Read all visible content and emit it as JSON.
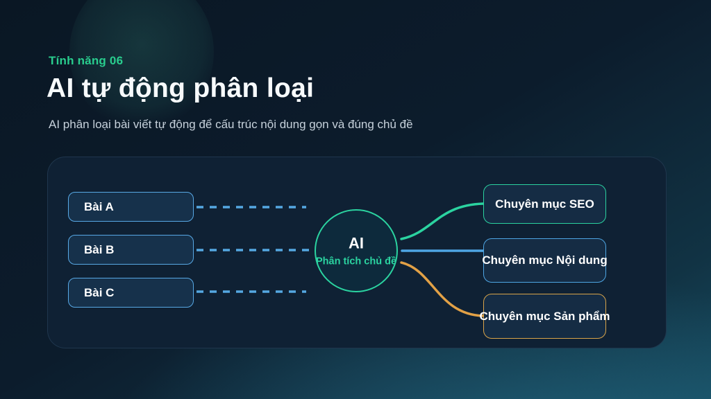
{
  "header": {
    "eyebrow": "Tính năng 06",
    "title": "AI tự động phân loại",
    "subtitle": "AI phân loại bài viết tự động để cấu trúc nội dung gọn và đúng chủ đề"
  },
  "diagram": {
    "inputs": [
      {
        "label": "Bài A"
      },
      {
        "label": "Bài B"
      },
      {
        "label": "Bài C"
      }
    ],
    "processor": {
      "title": "AI",
      "subtitle": "Phân tích chủ đề"
    },
    "outputs": [
      {
        "label": "Chuyên mục SEO",
        "color": "#2bd3a0"
      },
      {
        "label": "Chuyên mục Nội dung",
        "color": "#4ea6e4"
      },
      {
        "label": "Chuyên mục Sản phẩm",
        "color": "#d9a44a"
      }
    ]
  },
  "colors": {
    "accent_green": "#2bd3a0",
    "accent_blue": "#55a8e2",
    "accent_orange": "#e2a146",
    "panel_background": "#0f2134"
  }
}
